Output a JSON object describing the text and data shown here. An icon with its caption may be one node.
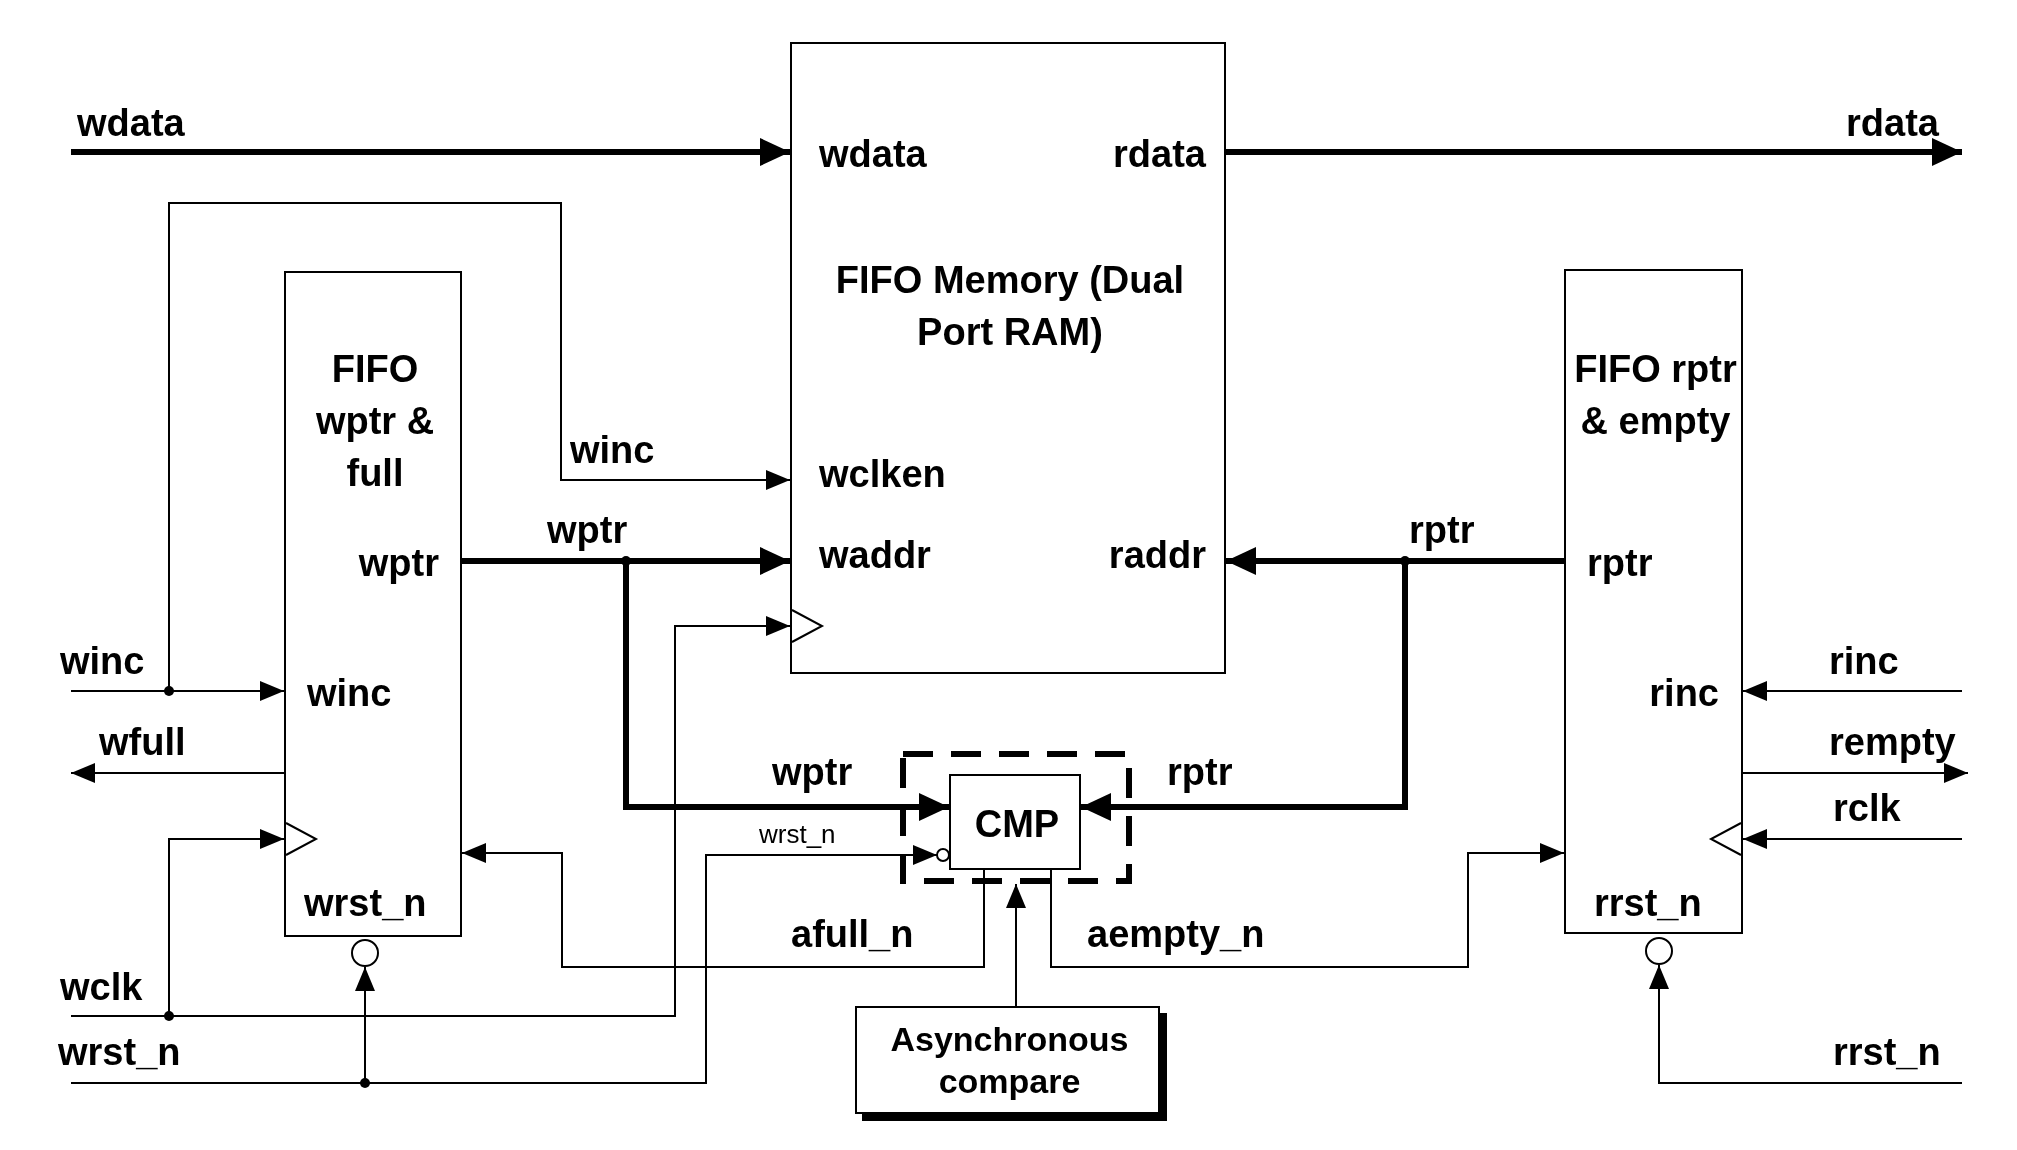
{
  "diagram": {
    "nodes": [
      {
        "text": [
          "FIFO Memory (Dual Port RAM)",
          "wdata",
          "rdata",
          "wclken",
          "waddr",
          "raddr"
        ]
      },
      {
        "text": [
          "FIFO wptr & full",
          "wptr",
          "winc",
          "wrst_n"
        ]
      },
      {
        "text": [
          "FIFO rptr & empty",
          "rptr",
          "rinc",
          "rrst_n"
        ]
      },
      {
        "text": [],
        "shape": "box"
      },
      {
        "text": [
          "CMP"
        ],
        "in": 3
      },
      {
        "text": [
          "Asynchronous compare"
        ]
      },
      {
        "text": [],
        "shape": "circle"
      },
      {
        "text": [],
        "shape": "circle"
      }
    ],
    "edges": [
      {
        "from": null,
        "to": 0,
        "arrow": "to",
        "label": "wdata",
        "style": "thick"
      },
      {
        "from": 0,
        "to": null,
        "arrow": "to",
        "label": "rdata",
        "style": "thick"
      },
      {
        "from": null,
        "to": 0,
        "arrow": "to",
        "label": "winc"
      },
      {
        "from": null,
        "to": 1,
        "arrow": "to",
        "label": "winc"
      },
      {
        "from": 1,
        "to": null,
        "arrow": "to",
        "label": "wfull"
      },
      {
        "from": null,
        "to": 1,
        "arrow": "to",
        "label": "wclk"
      },
      {
        "from": null,
        "to": 0,
        "arrow": "to"
      },
      {
        "from": null,
        "to": 6,
        "arrow": "to",
        "label": "wrst_n"
      },
      {
        "from": null,
        "to": 4,
        "arrow": "to",
        "label": "wrst_n"
      },
      {
        "from": 1,
        "to": 0,
        "arrow": "to",
        "label": "wptr",
        "style": "thick"
      },
      {
        "from": 1,
        "to": 4,
        "arrow": "to",
        "label": "wptr",
        "style": "thick"
      },
      {
        "from": 2,
        "to": 0,
        "arrow": "to",
        "label": "rptr",
        "style": "thick"
      },
      {
        "from": 2,
        "to": 4,
        "arrow": "to",
        "label": "rptr",
        "style": "thick"
      },
      {
        "from": 4,
        "to": 1,
        "arrow": "to",
        "label": "afull_n"
      },
      {
        "from": 4,
        "to": 2,
        "arrow": "to",
        "label": "aempty_n"
      },
      {
        "from": 5,
        "to": 3,
        "arrow": "to"
      },
      {
        "from": null,
        "to": 2,
        "arrow": "to",
        "label": "rinc"
      },
      {
        "from": 2,
        "to": null,
        "arrow": "to",
        "label": "rempty"
      },
      {
        "from": null,
        "to": 2,
        "arrow": "to",
        "label": "rclk"
      },
      {
        "from": null,
        "to": 7,
        "arrow": "to",
        "label": "rrst_n"
      }
    ]
  }
}
